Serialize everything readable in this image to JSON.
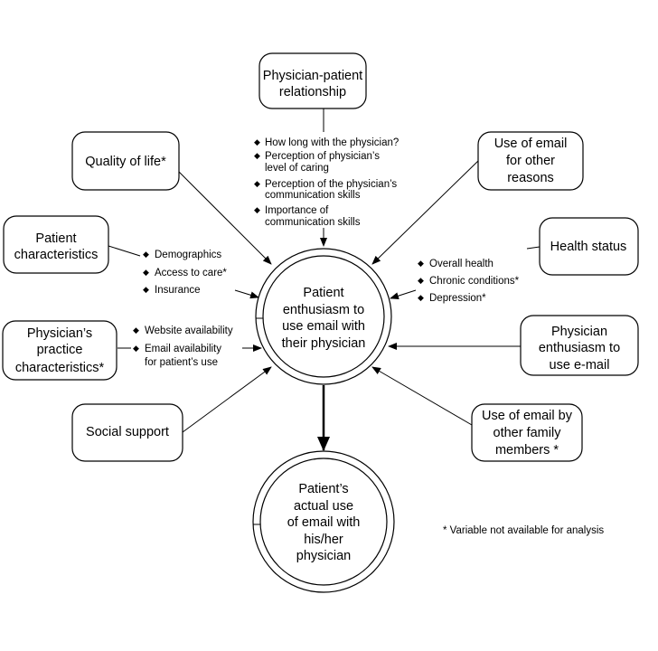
{
  "nodes": {
    "physician_patient_relationship": [
      "Physician-patient",
      "relationship"
    ],
    "quality_of_life": [
      "Quality of life*"
    ],
    "use_email_other": [
      "Use of email",
      "for other",
      "reasons"
    ],
    "patient_characteristics": [
      "Patient",
      "characteristics"
    ],
    "health_status": [
      "Health status"
    ],
    "practice_characteristics": [
      "Physician’s",
      "practice",
      "characteristics*"
    ],
    "physician_enthusiasm": [
      "Physician",
      "enthusiasm to",
      "use e-mail"
    ],
    "social_support": [
      "Social support"
    ],
    "family_use": [
      "Use of email by",
      "other family",
      "members *"
    ],
    "patient_enthusiasm": [
      "Patient",
      "enthusiasm to",
      "use email with",
      "their physician"
    ],
    "actual_use": [
      "Patient’s",
      "actual use",
      "of email with",
      "his/her",
      "physician"
    ]
  },
  "lists": {
    "relationship": [
      [
        "How long with the physician?"
      ],
      [
        "Perception of physician’s",
        "level of caring"
      ],
      [
        "Perception of the physician’s",
        "communication skills"
      ],
      [
        "Importance of",
        "communication skills"
      ]
    ],
    "patient_characteristics": [
      [
        "Demographics"
      ],
      [
        "Access to care*"
      ],
      [
        "Insurance"
      ]
    ],
    "practice": [
      [
        "Website availability"
      ],
      [
        "Email availability",
        "for patient’s use"
      ]
    ],
    "health": [
      [
        "Overall health"
      ],
      [
        "Chronic conditions*"
      ],
      [
        "Depression*"
      ]
    ]
  },
  "footnote": "* Variable not available for analysis"
}
